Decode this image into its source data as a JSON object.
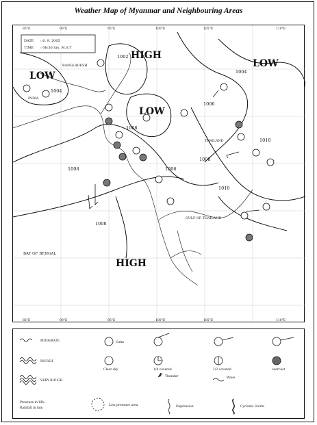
{
  "title": "Weather Map of Myanmar and Neighbouring Areas",
  "map": {
    "info_box": {
      "date_label": "DATE",
      "date_value": ": 6. 9. 2005",
      "time_label": "TIME",
      "time_value": ": 06:30 hrs. M.S.T"
    },
    "pressure_systems": [
      {
        "label": "HIGH",
        "kind": "high"
      },
      {
        "label": "LOW",
        "kind": "low"
      },
      {
        "label": "LOW",
        "kind": "low"
      },
      {
        "label": "LOW",
        "kind": "low"
      },
      {
        "label": "HIGH",
        "kind": "high"
      }
    ],
    "isobar_labels": [
      "1002",
      "1004",
      "1004",
      "1006",
      "1008",
      "1008",
      "1008",
      "1006",
      "1008",
      "1010",
      "1010"
    ],
    "regions": [
      "BAY OF BENGAL",
      "GULF OF THAILAND",
      "THAILAND",
      "BANGLADESH",
      "INDIA"
    ],
    "longitude_ticks_top": [
      "85°E",
      "90°E",
      "95°E",
      "100°E",
      "105°E",
      "110°E"
    ],
    "longitude_ticks_bottom": [
      "85°E",
      "90°E",
      "95°E",
      "100°E",
      "105°E",
      "110°E"
    ]
  },
  "legend": {
    "rows": [
      [
        {
          "icon": "moderate-wind-icon",
          "label": "MODERATE"
        },
        {
          "icon": "calm-circle-icon",
          "label": "Calm"
        },
        {
          "icon": "wind-arrow-icon",
          "label": ""
        },
        {
          "icon": "wind-arrow-icon-2",
          "label": ""
        },
        {
          "icon": "wind-arrow-icon-3",
          "label": ""
        }
      ],
      [
        {
          "icon": "rough-wind-icon",
          "label": "ROUGH"
        },
        {
          "icon": "clear-sky-circle-icon",
          "label": "Clear sky"
        },
        {
          "icon": "quarter-covered-icon",
          "label": "1/4 covered"
        },
        {
          "icon": "half-covered-icon",
          "label": "1/2 covered"
        },
        {
          "icon": "overcast-icon",
          "label": "overcast"
        }
      ],
      [
        {
          "icon": "very-rough-wind-icon",
          "label": "VERY ROUGH"
        },
        {
          "icon": "",
          "label": ""
        },
        {
          "icon": "thunder-icon",
          "label": "Thunder"
        },
        {
          "icon": "wave-icon",
          "label": "Wave"
        },
        {
          "icon": "",
          "label": ""
        }
      ]
    ],
    "notes": [
      "Pressure in hPa",
      "Rainfall in mm"
    ],
    "bottom": [
      {
        "icon": "low-pressure-area-icon",
        "label": "Low pressure area"
      },
      {
        "icon": "depression-icon",
        "label": "Depression"
      },
      {
        "icon": "cyclonic-storm-icon",
        "label": "Cyclonic Storm"
      }
    ]
  }
}
